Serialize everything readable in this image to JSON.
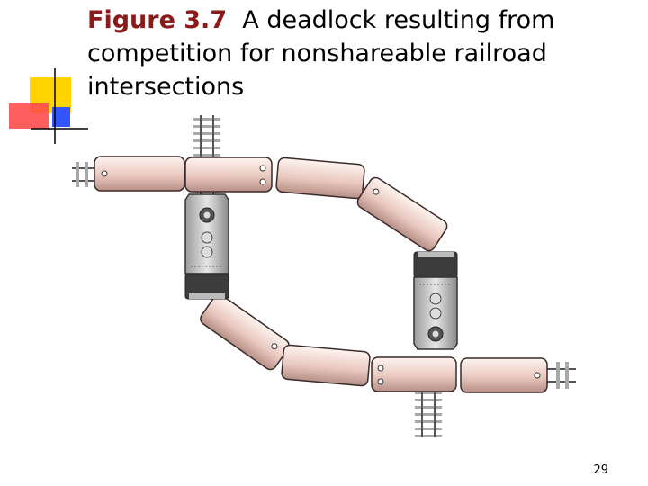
{
  "slide": {
    "figure_label": "Figure 3.7",
    "caption": "A deadlock resulting from competition for nonshareable railroad intersections",
    "page_number": "29"
  },
  "colors": {
    "figure_label": "#8b1a1a",
    "car_body": "#e9c9c0",
    "car_outline": "#3a2a2a",
    "locomotive_body": "#d4d4d4",
    "locomotive_cab": "#3c3c3c",
    "rail": "#555555",
    "tie": "#9a9a9a",
    "deco_yellow": "#ffd400",
    "deco_red": "#ff4d4d",
    "deco_blue": "#3355ff"
  }
}
